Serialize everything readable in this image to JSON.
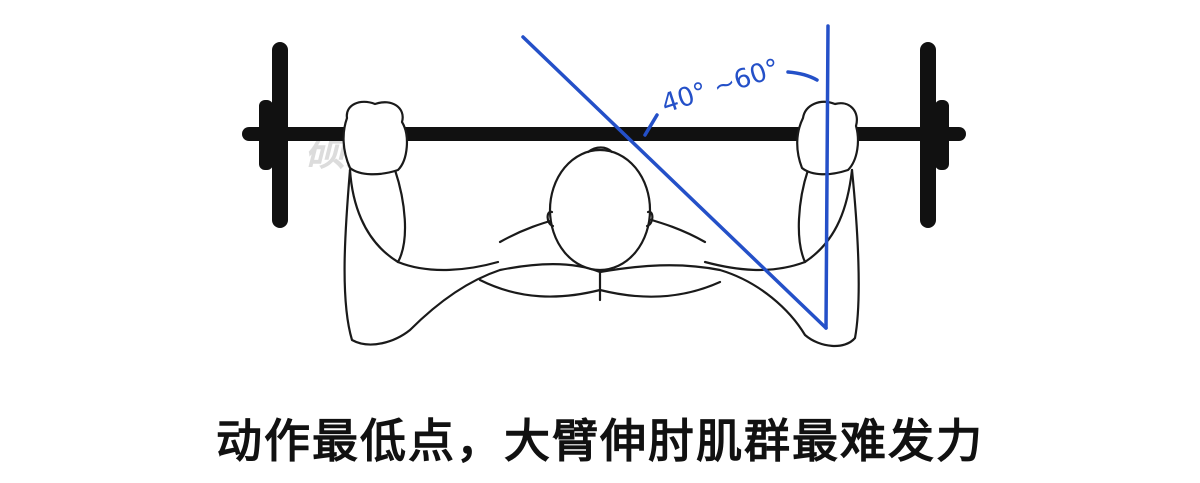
{
  "angle_label": "40° ~60°",
  "caption": "动作最低点，大臂伸肘肌群最难发力",
  "watermark": "硕派",
  "colors": {
    "guide_line": "#2450c8",
    "bar": "#111111",
    "outline": "#1a1a1a",
    "watermark": "#d9d9d9"
  }
}
